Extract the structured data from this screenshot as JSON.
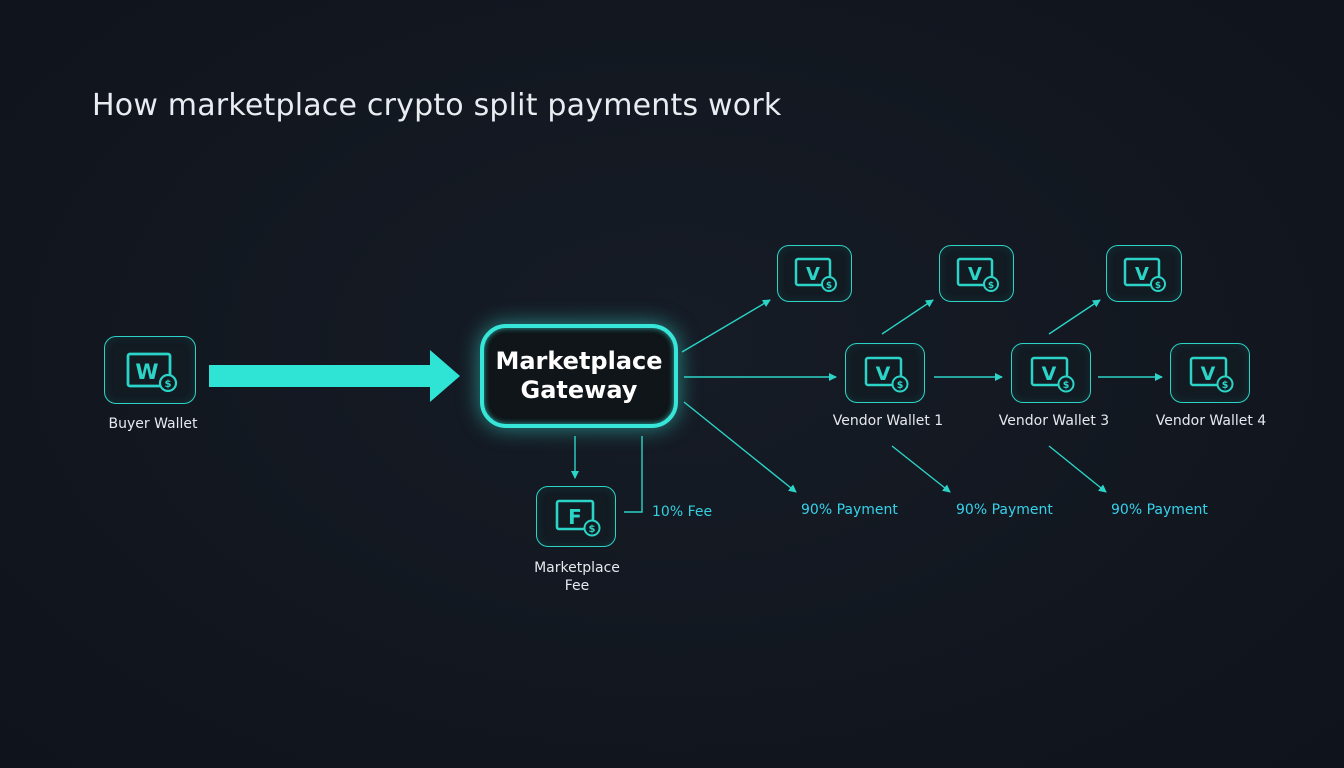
{
  "title": "How marketplace crypto split payments work",
  "colors": {
    "accent": "#2bd4c6",
    "arrow_big": "#2fe3d5",
    "text": "#e6eaef",
    "payment_text": "#36d2ea"
  },
  "gateway": {
    "line1": "Marketplace",
    "line2": "Gateway"
  },
  "buyer": {
    "label": "Buyer Wallet",
    "icon_letter": "W"
  },
  "fee": {
    "label_line1": "Marketplace",
    "label_line2": "Fee",
    "icon_letter": "F",
    "percent_label": "10% Fee"
  },
  "vendor_icon_letter": "V",
  "vendors": [
    {
      "label": "Vendor Wallet 1"
    },
    {
      "label": "Vendor Wallet 3"
    },
    {
      "label": "Vendor Wallet 4"
    }
  ],
  "payments": [
    "90% Payment",
    "90% Payment",
    "90% Payment"
  ]
}
